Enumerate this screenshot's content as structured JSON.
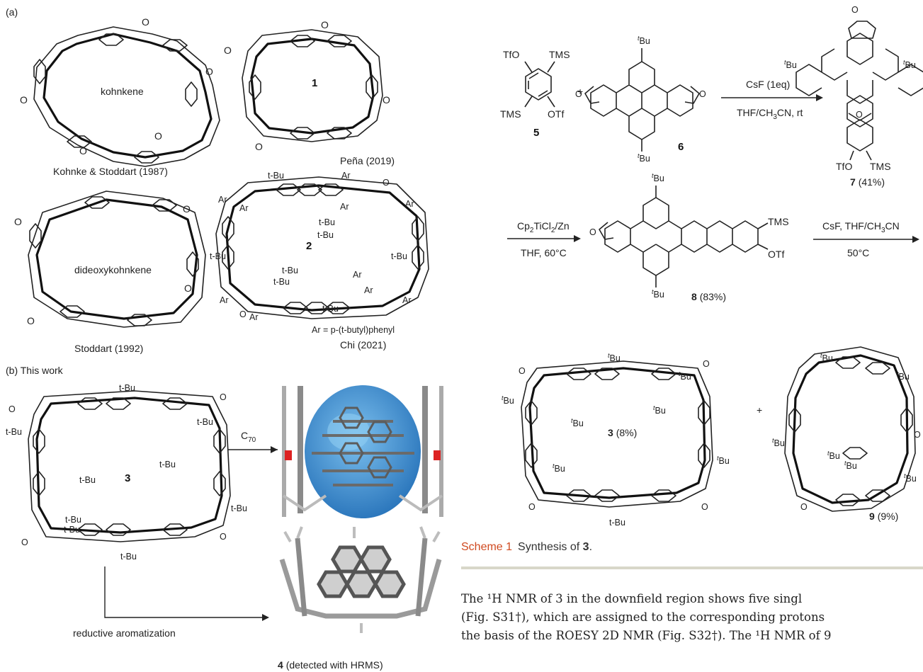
{
  "panel_a": {
    "label": "(a)",
    "kohnkene": {
      "name": "kohnkene",
      "credit": "Kohnke & Stoddart (1987)"
    },
    "pena": {
      "number": "1",
      "credit": "Peña (2019)"
    },
    "dideoxy": {
      "name": "dideoxykohnkene",
      "credit": "Stoddart (1992)"
    },
    "chi": {
      "number": "2",
      "ar_note": "Ar = p-(t-butyl)phenyl",
      "credit": "Chi (2021)"
    }
  },
  "panel_b": {
    "label": "(b) This work",
    "compound_number": "3",
    "guest": "C70",
    "reaction": "reductive aromatization",
    "product_label": "4",
    "product_note": "(detected with HRMS)"
  },
  "scheme": {
    "c5": {
      "number": "5",
      "groups": [
        "TfO",
        "TMS",
        "TMS",
        "OTf"
      ]
    },
    "c6": {
      "number": "6"
    },
    "plus": "+",
    "step1_top": "CsF (1eq)",
    "step1_bottom": "THF/CH3CN, rt",
    "c7": {
      "number": "7",
      "yield": "(41%)"
    },
    "step2_top": "Cp2TiCl2/Zn",
    "step2_bottom": "THF, 60°C",
    "c8": {
      "number": "8",
      "yield": "(83%)"
    },
    "step3_top": "CsF, THF/CH3CN",
    "step3_bottom": "50°C",
    "c3": {
      "number": "3",
      "yield": "(8%)"
    },
    "c9": {
      "number": "9",
      "yield": "(9%)"
    }
  },
  "caption": {
    "label": "Scheme 1",
    "text": "Synthesis of",
    "number": "3",
    "end": "."
  },
  "body": {
    "line1": "The ¹H NMR of 3 in the downfield region shows five singl",
    "line2": "(Fig. S31†), which are assigned to the corresponding protons",
    "line3": "the basis of the ROESY 2D NMR (Fig. S32†). The ¹H NMR of 9"
  },
  "colors": {
    "c70": "#3a86c8",
    "c70_light": "#6fb0e3",
    "caption_accent": "#d04a20",
    "rule": "#d8d7c9"
  }
}
